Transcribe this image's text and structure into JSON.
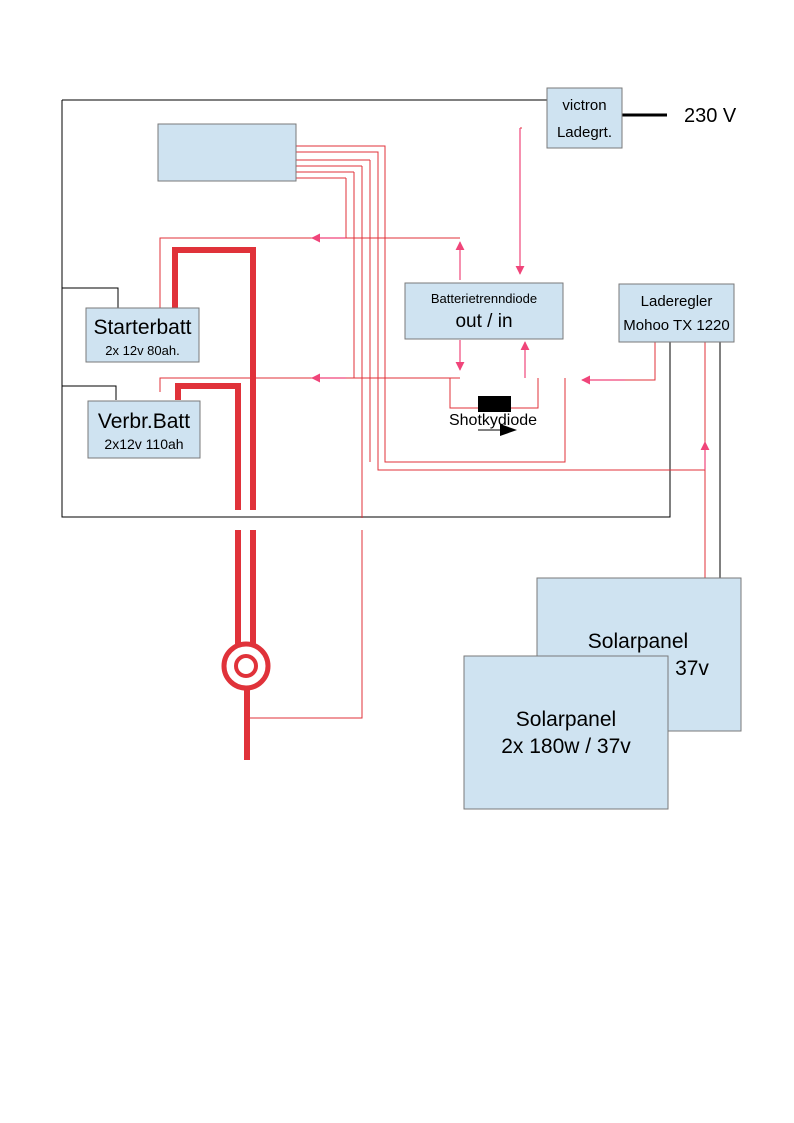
{
  "victron": {
    "line1": "victron",
    "line2": "Ladegrt."
  },
  "mains_label": "230 V",
  "diode": {
    "line1": "Batterietrenndiode",
    "line2": "out  / in"
  },
  "controller": {
    "line1": "Laderegler",
    "line2": "Mohoo TX 1220"
  },
  "starter_batt": {
    "name": "Starterbatt",
    "spec": "2x 12v 80ah."
  },
  "consumer_batt": {
    "name": "Verbr.Batt",
    "spec": "2x12v 110ah"
  },
  "schottky_label": "Shotkydiode",
  "solar_back": {
    "line1": "Solarpanel",
    "line2": "37v"
  },
  "solar_front": {
    "line1": "Solarpanel",
    "line2": "2x 180w / 37v"
  },
  "colors": {
    "box_fill": "#cfe3f1",
    "wire_red": "#e0323a",
    "arrow_pink": "#f0457a"
  }
}
